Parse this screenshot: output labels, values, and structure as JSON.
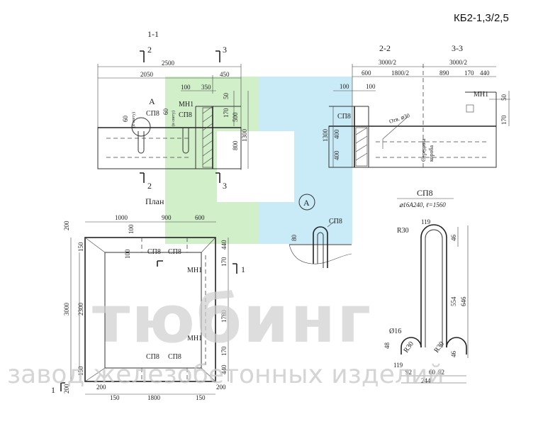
{
  "title": "КБ2-1,3/2,5",
  "sections": {
    "s11": "1-1",
    "s22": "2-2",
    "s33": "3-3",
    "plan": "План",
    "node_a": "А",
    "cut1": "1",
    "cut2": "2",
    "cut3": "3"
  },
  "labels": {
    "sp8": "СП8",
    "mn1": "МН1",
    "hole": "Отв. ⌀30",
    "mid_box_1": "Середина",
    "mid_box_2": "короба",
    "clear": "(в свету)",
    "sp8_spec": "⌀16А240, ℓ=1560",
    "r30": "R30",
    "d16": "Ø16"
  },
  "dims": {
    "d2500": "2500",
    "d2050": "2050",
    "d450": "450",
    "d100": "100",
    "d350": "350",
    "d50": "50",
    "d170": "170",
    "d500": "500",
    "d1300": "1300",
    "d800": "800",
    "d60": "60",
    "d3000_2": "3000/2",
    "d600": "600",
    "d1800_2": "1800/2",
    "d890": "890",
    "d440": "440",
    "d400": "400",
    "d1000": "1000",
    "d900": "900",
    "d200": "200",
    "d150": "150",
    "d3000": "3000",
    "d2300": "2300",
    "d1780": "1780",
    "d1800": "1800",
    "d119": "119",
    "d46": "46",
    "d554": "554",
    "d646": "646",
    "d48": "48",
    "d92": "92",
    "d244": "244"
  },
  "watermark": {
    "brand": "тюбинг",
    "tagline": "завод железобетонных изделий",
    "colors": {
      "green": "#c9ecc0",
      "blue": "#bfe8f7"
    }
  }
}
